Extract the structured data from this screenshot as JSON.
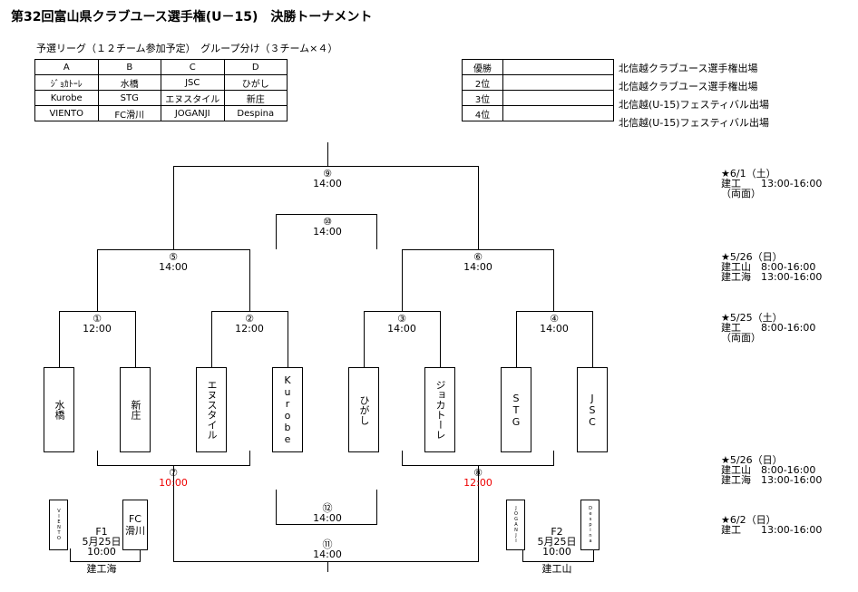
{
  "title": "第32回富山県クラブユース選手権(U－15)　決勝トーナメント",
  "subtitle": "予選リーグ（１２チーム参加予定）　グループ分け（３チーム×４）",
  "groups": {
    "headers": [
      "A",
      "B",
      "C",
      "D"
    ],
    "rows": [
      [
        "ｼﾞｮｶﾄｰﾚ",
        "水橋",
        "JSC",
        "ひがし"
      ],
      [
        "Kurobe",
        "STG",
        "エヌスタイル",
        "新庄"
      ],
      [
        "VIENTO",
        "FC滑川",
        "JOGANJI",
        "Despina"
      ]
    ]
  },
  "standings": [
    {
      "rank": "優勝",
      "team": "",
      "result": "北信越クラブユース選手権出場"
    },
    {
      "rank": "2位",
      "team": "",
      "result": "北信越クラブユース選手権出場"
    },
    {
      "rank": "3位",
      "team": "",
      "result": "北信越(U-15)フェスティバル出場"
    },
    {
      "rank": "4位",
      "team": "",
      "result": "北信越(U-15)フェスティバル出場"
    }
  ],
  "schedule": [
    {
      "lines": "★6/1（土）\n建工　　13:00-16:00\n（両面）"
    },
    {
      "lines": "★5/26（日）\n建工山　8:00-16:00\n建工海　13:00-16:00"
    },
    {
      "lines": "★5/25（土）\n建工　　8:00-16:00\n（両面）"
    },
    {
      "lines": "★5/26（日）\n建工山　8:00-16:00\n建工海　13:00-16:00"
    },
    {
      "lines": "★6/2（日）\n建工　　13:00-16:00"
    }
  ],
  "teams": [
    "水橋",
    "新庄",
    "エヌスタイル",
    "Kurobe",
    "ひがし",
    "ジョカトーレ",
    "STG",
    "JSC"
  ],
  "matches": {
    "m1": {
      "no": "①",
      "time": "12:00"
    },
    "m2": {
      "no": "②",
      "time": "12:00"
    },
    "m3": {
      "no": "③",
      "time": "14:00"
    },
    "m4": {
      "no": "④",
      "time": "14:00"
    },
    "m5": {
      "no": "⑤",
      "time": "14:00"
    },
    "m6": {
      "no": "⑥",
      "time": "14:00"
    },
    "m7": {
      "no": "⑦",
      "time": "10:00"
    },
    "m8": {
      "no": "⑧",
      "time": "12:00"
    },
    "m9": {
      "no": "⑨",
      "time": "14:00"
    },
    "m10": {
      "no": "⑩",
      "time": "14:00"
    },
    "m11": {
      "no": "⑪",
      "time": "14:00"
    },
    "m12": {
      "no": "⑫",
      "time": "14:00"
    }
  },
  "f1": {
    "team_a": "VIENTO",
    "team_b": "FC滑川",
    "name": "F1",
    "date": "5月25日",
    "time": "10:00",
    "venue": "建工海"
  },
  "f2": {
    "team_a": "JOGANJI",
    "team_b": "Despina",
    "name": "F2",
    "date": "5月25日",
    "time": "10:00",
    "venue": "建工山"
  },
  "colors": {
    "line": "#000000",
    "accent_time": "#e00000"
  }
}
